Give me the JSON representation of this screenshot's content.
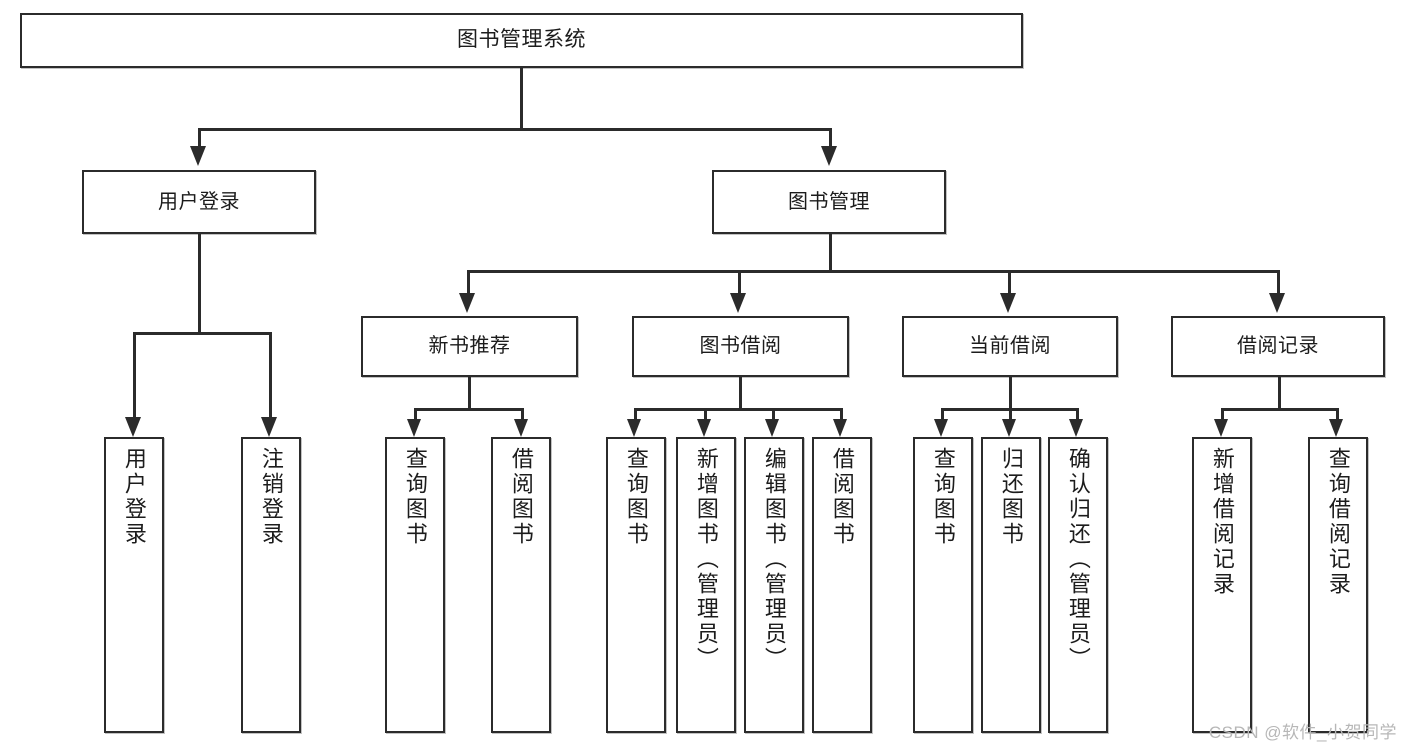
{
  "diagram": {
    "type": "tree",
    "title": "图书管理系统",
    "root": {
      "label": "图书管理系统"
    },
    "level2": [
      {
        "label": "用户登录"
      },
      {
        "label": "图书管理"
      }
    ],
    "level3": [
      {
        "label": "新书推荐"
      },
      {
        "label": "图书借阅"
      },
      {
        "label": "当前借阅"
      },
      {
        "label": "借阅记录"
      }
    ],
    "leaves": {
      "user_login": [
        {
          "label": "用户登录"
        },
        {
          "label": "注销登录"
        }
      ],
      "new_book_recommend": [
        {
          "label": "查询图书"
        },
        {
          "label": "借阅图书"
        }
      ],
      "book_borrow": [
        {
          "label": "查询图书"
        },
        {
          "label": "新增图书（管理员）"
        },
        {
          "label": "编辑图书（管理员）"
        },
        {
          "label": "借阅图书"
        }
      ],
      "current_borrow": [
        {
          "label": "查询图书"
        },
        {
          "label": "归还图书"
        },
        {
          "label": "确认归还（管理员）"
        }
      ],
      "borrow_record": [
        {
          "label": "新增借阅记录"
        },
        {
          "label": "查询借阅记录"
        }
      ]
    }
  },
  "watermark": {
    "text": "CSDN @软件_小贺同学"
  },
  "colors": {
    "stroke": "#2b2b2b",
    "fill": "#ffffff",
    "text": "#1c1c1c",
    "watermark": "#b7b7b7"
  }
}
